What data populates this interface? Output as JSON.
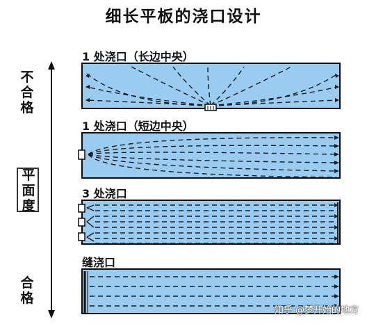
{
  "title": "细长平板的浇口设计",
  "cases": [
    {
      "label": "1 处浇口（长边中央）",
      "gate": "long-edge-center"
    },
    {
      "label": "1 处浇口（短边中央）",
      "gate": "short-edge-center"
    },
    {
      "label": "3 处浇口",
      "gate": "three-short-edge"
    },
    {
      "label": "缝浇口",
      "gate": "fan-film"
    }
  ],
  "scale": {
    "top": "不合格",
    "middle": "平面度",
    "bottom": "合格"
  },
  "watermark": "知乎 @梦开始的地方",
  "colors": {
    "plate_fill": "#99ccf0",
    "flow_line": "#1a1a1a",
    "border": "#0b0b0b"
  }
}
